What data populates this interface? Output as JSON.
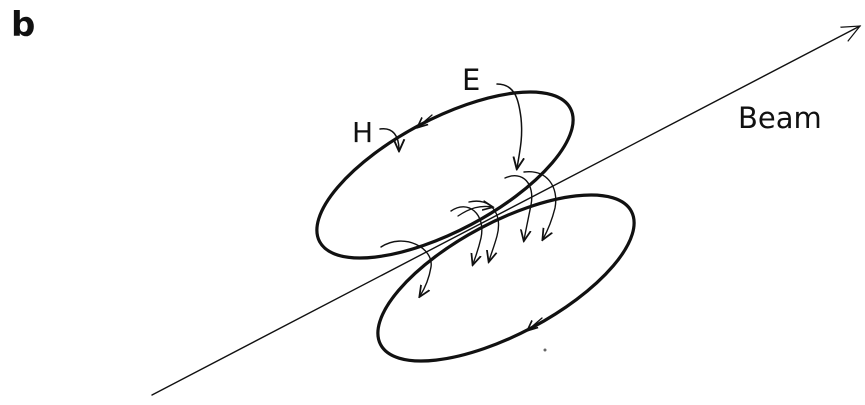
{
  "figure": {
    "panel_label": "b",
    "labels": {
      "e_field": "E",
      "h_field": "H",
      "beam": "Beam"
    }
  }
}
